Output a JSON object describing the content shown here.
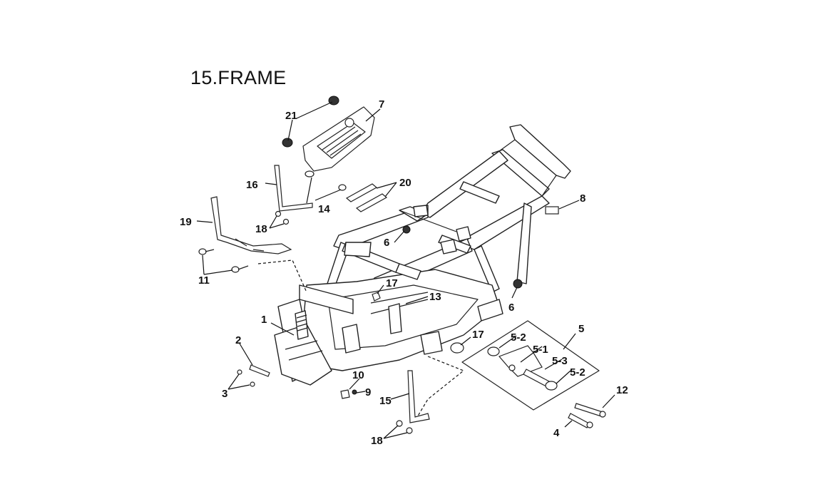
{
  "title": "15.FRAME",
  "callouts": {
    "c1": "1",
    "c2": "2",
    "c3": "3",
    "c4": "4",
    "c5": "5",
    "c5_1": "5-1",
    "c5_2a": "5-2",
    "c5_2b": "5-2",
    "c5_3": "5-3",
    "c6a": "6",
    "c6b": "6",
    "c7": "7",
    "c8": "8",
    "c9": "9",
    "c10": "10",
    "c11": "11",
    "c12": "12",
    "c13": "13",
    "c14": "14",
    "c15": "15",
    "c16": "16",
    "c17a": "17",
    "c17b": "17",
    "c18a": "18",
    "c18b": "18",
    "c19": "19",
    "c20": "20",
    "c21": "21"
  }
}
